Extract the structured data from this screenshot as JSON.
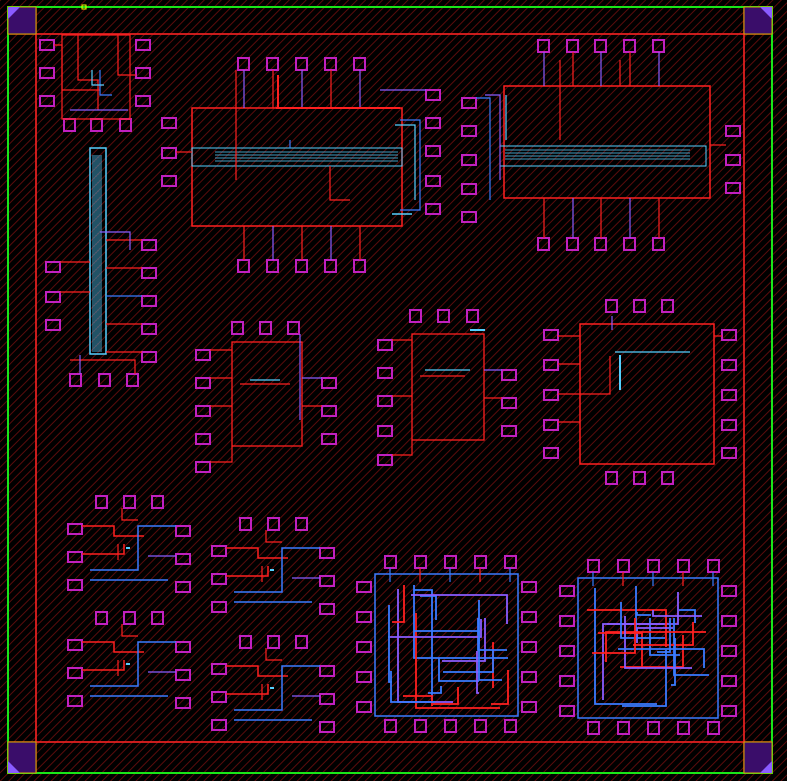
{
  "colors": {
    "background": "#000000",
    "hatch": "#4a0a0a",
    "outline_outer": "#19e619",
    "outline_inner": "#e62020",
    "pad_fill": "#c020c0",
    "pad_inner": "#600060",
    "route_red": "#ff2020",
    "route_blue": "#3a7bff",
    "route_purple": "#8a5cff",
    "route_cyan": "#55d0ff",
    "corner_box": "#d4b000",
    "marker": "#ffff00"
  },
  "layout_view": {
    "description_visible_text": "",
    "blocks": [
      {
        "name": "block-vertical-bus",
        "kind": "bus-vertical"
      },
      {
        "name": "block-top-left-cell",
        "kind": "cell"
      },
      {
        "name": "block-top-center-array",
        "kind": "array"
      },
      {
        "name": "block-top-right-array",
        "kind": "array"
      },
      {
        "name": "block-mid-left-cell",
        "kind": "cell"
      },
      {
        "name": "block-mid-center-cell",
        "kind": "cell"
      },
      {
        "name": "block-mid-right-cell",
        "kind": "cell"
      },
      {
        "name": "block-bottom-left-cell-1",
        "kind": "cell"
      },
      {
        "name": "block-bottom-left-cell-2",
        "kind": "cell"
      },
      {
        "name": "block-bottom-left-cell-3",
        "kind": "cell"
      },
      {
        "name": "block-bottom-left-cell-4",
        "kind": "cell"
      },
      {
        "name": "block-bottom-center-grid",
        "kind": "grid"
      },
      {
        "name": "block-bottom-right-grid",
        "kind": "grid"
      }
    ]
  }
}
